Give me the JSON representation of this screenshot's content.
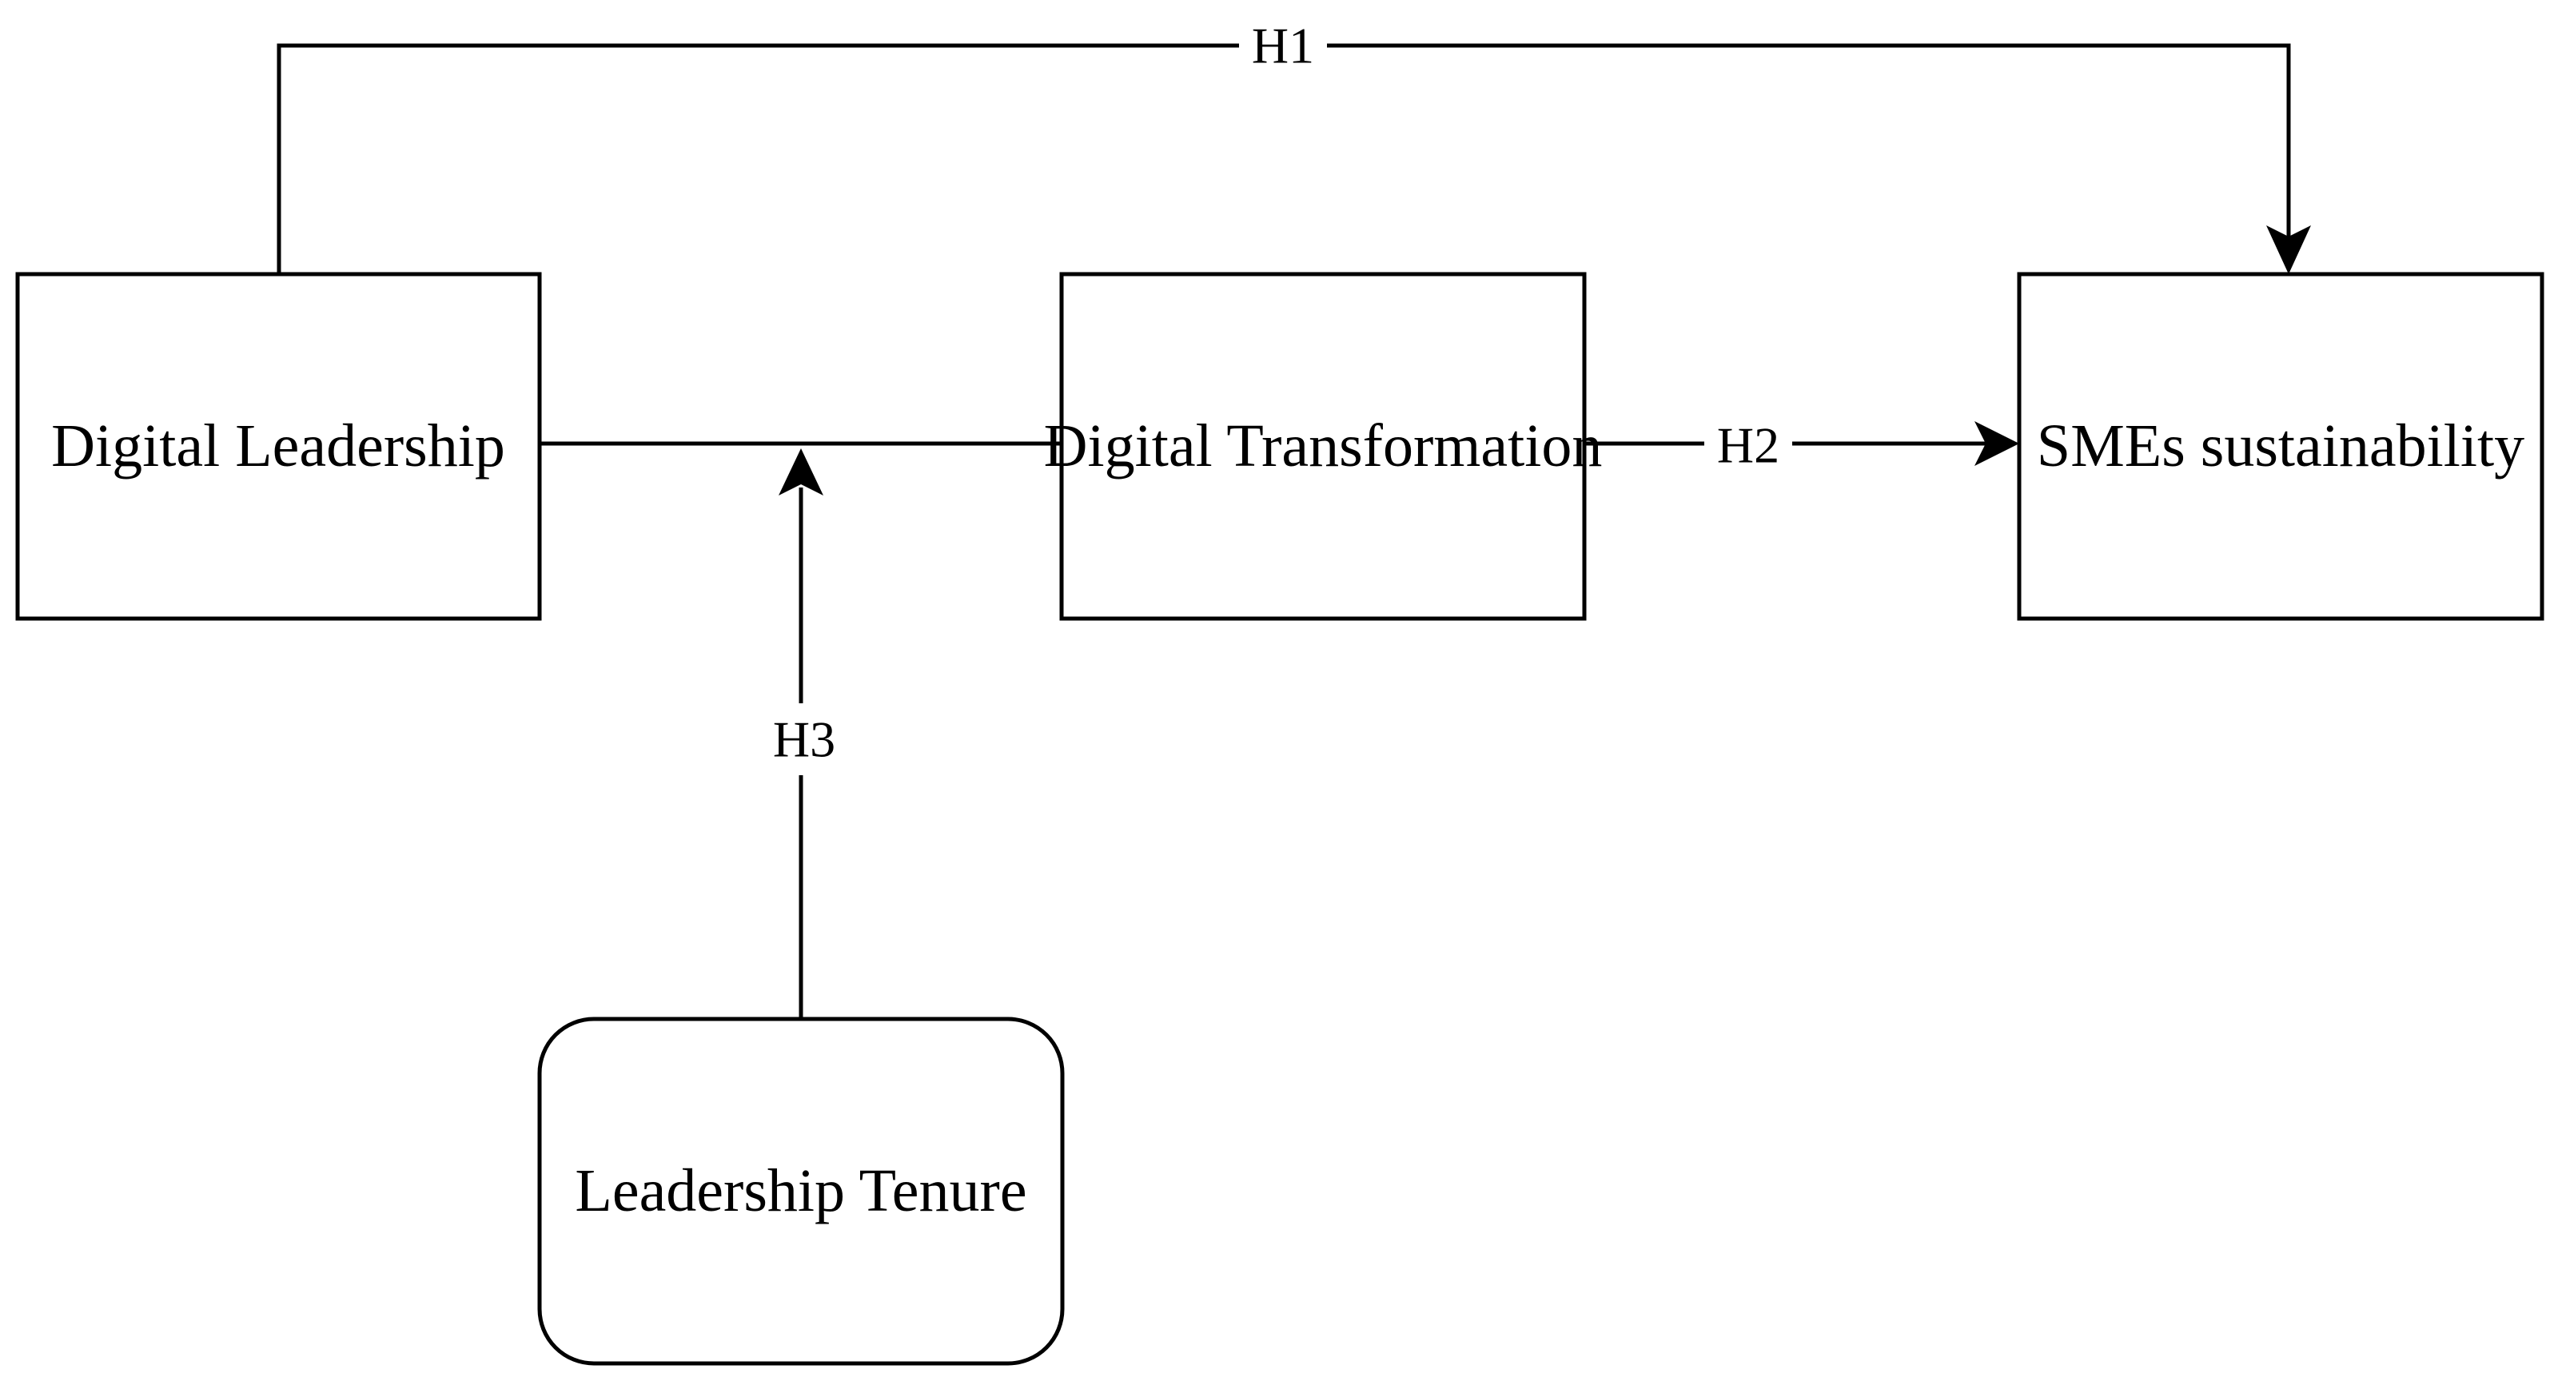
{
  "diagram": {
    "colors": {
      "stroke": "#000000",
      "fill": "#ffffff",
      "text": "#000000"
    },
    "nodes": {
      "digital_leadership": {
        "label": "Digital Leadership",
        "shape": "rectangle"
      },
      "digital_transformation": {
        "label": "Digital Transformation",
        "shape": "rectangle"
      },
      "smes_sustainability": {
        "label": "SMEs sustainability",
        "shape": "rectangle"
      },
      "leadership_tenure": {
        "label": "Leadership Tenure",
        "shape": "rounded-rectangle"
      }
    },
    "edges": {
      "h1": {
        "label": "H1",
        "from": "Digital Leadership",
        "to": "SMEs sustainability"
      },
      "h2": {
        "label": "H2",
        "from": "Digital Transformation",
        "to": "SMEs sustainability"
      },
      "h3": {
        "label": "H3",
        "from": "Leadership Tenure",
        "to": "Digital Leadership → Digital Transformation path"
      },
      "dl_dt": {
        "label": "",
        "from": "Digital Leadership",
        "to": "Digital Transformation"
      }
    }
  }
}
